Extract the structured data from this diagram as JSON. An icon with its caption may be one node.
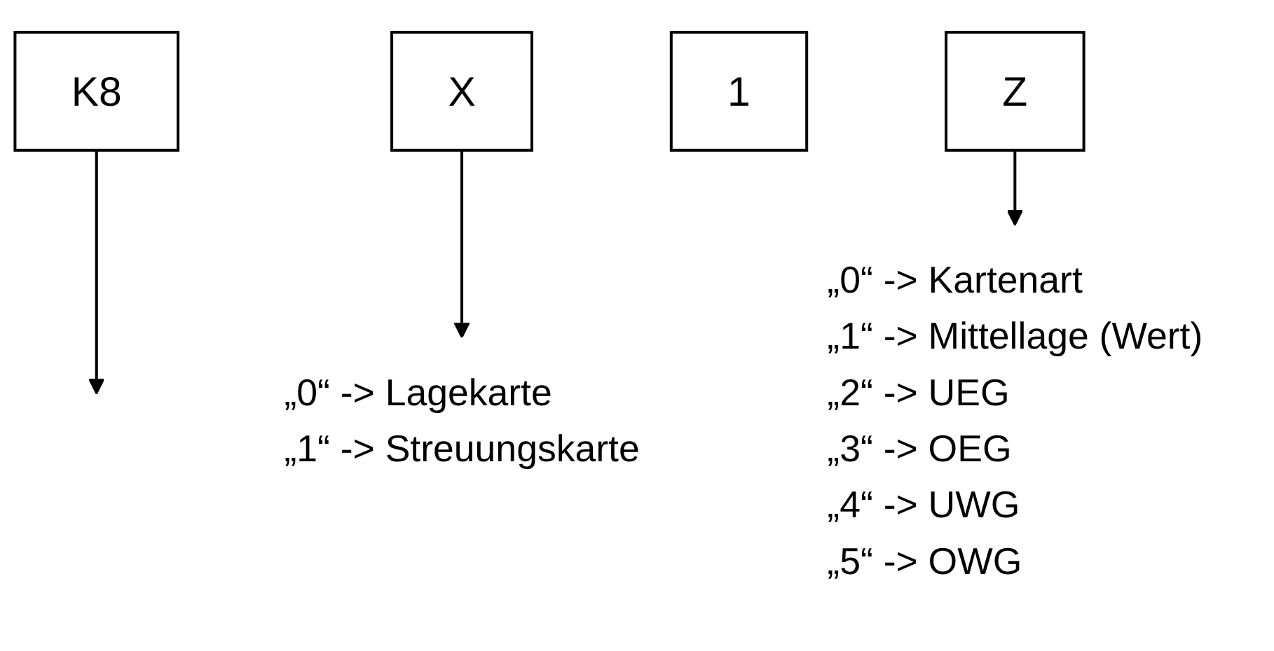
{
  "diagram": {
    "nodes": [
      {
        "text": [
          "K8"
        ]
      },
      {
        "text": [
          "X"
        ]
      },
      {
        "text": [
          "1"
        ]
      },
      {
        "text": [
          "Z"
        ]
      },
      {
        "text": [
          "„0“ -> Lagekarte",
          "„1“ -> Streuungskarte"
        ]
      },
      {
        "text": [
          "„0“ -> Kartenart",
          "„1“ -> Mittellage (Wert)",
          "„2“ -> UEG",
          "„3“ -> OEG",
          "„4“ -> UWG",
          "„5“ -> OWG"
        ]
      }
    ],
    "edges": [
      {
        "from": 0,
        "to": null,
        "arrow": "to"
      },
      {
        "from": 1,
        "to": 4,
        "arrow": "to"
      },
      {
        "from": 3,
        "to": 5,
        "arrow": "to"
      }
    ]
  }
}
